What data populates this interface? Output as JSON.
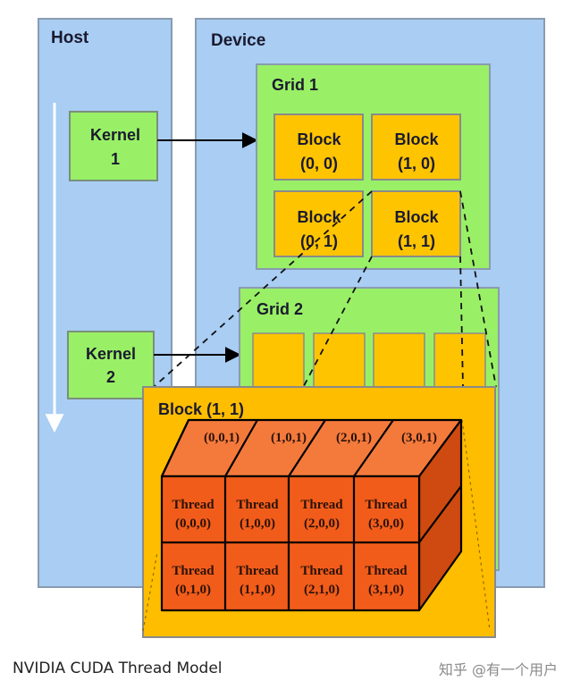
{
  "host": {
    "title": "Host"
  },
  "device": {
    "title": "Device"
  },
  "kernels": [
    {
      "line1": "Kernel",
      "line2": "1"
    },
    {
      "line1": "Kernel",
      "line2": "2"
    }
  ],
  "grid1": {
    "title": "Grid 1",
    "blocks": [
      {
        "line1": "Block",
        "line2": "(0, 0)"
      },
      {
        "line1": "Block",
        "line2": "(1, 0)"
      },
      {
        "line1": "Block",
        "line2": "(0, 1)"
      },
      {
        "line1": "Block",
        "line2": "(1, 1)"
      }
    ]
  },
  "grid2": {
    "title": "Grid 2"
  },
  "block_detail": {
    "title": "Block (1, 1)",
    "back_labels": [
      "(0,0,1)",
      "(1,0,1)",
      "(2,0,1)",
      "(3,0,1)"
    ],
    "threads": [
      {
        "line1": "Thread",
        "line2": "(0,0,0)"
      },
      {
        "line1": "Thread",
        "line2": "(1,0,0)"
      },
      {
        "line1": "Thread",
        "line2": "(2,0,0)"
      },
      {
        "line1": "Thread",
        "line2": "(3,0,0)"
      },
      {
        "line1": "Thread",
        "line2": "(0,1,0)"
      },
      {
        "line1": "Thread",
        "line2": "(1,1,0)"
      },
      {
        "line1": "Thread",
        "line2": "(2,1,0)"
      },
      {
        "line1": "Thread",
        "line2": "(3,1,0)"
      }
    ]
  },
  "caption": "NVIDIA CUDA Thread Model",
  "watermark": "知乎 @有一个用户",
  "colors": {
    "panel_blue": "#a9cdf3",
    "grid_green": "#99f066",
    "block_yellow": "#ffc400",
    "block_detail_bg": "#ffbd00",
    "thread_orange": "#f25c1a",
    "thread_top": "#f47a3c",
    "thread_side": "#cf4a10"
  }
}
